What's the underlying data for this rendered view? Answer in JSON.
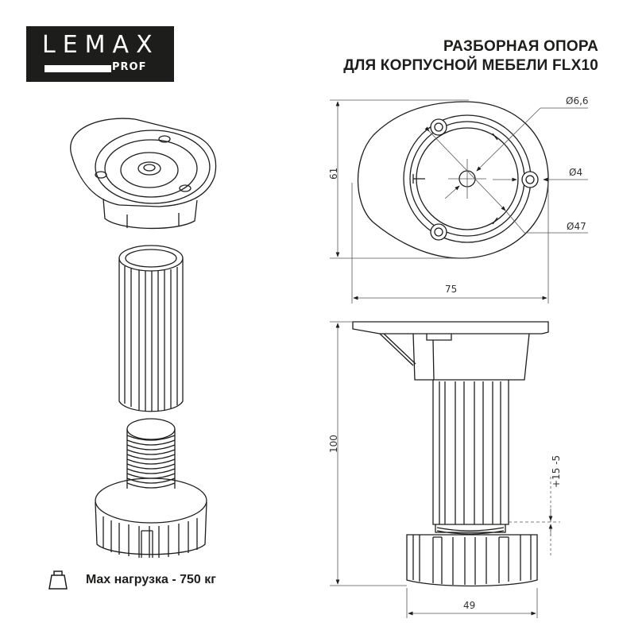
{
  "logo": {
    "brand": "LEMAX",
    "sub": "PROF"
  },
  "title": {
    "line1": "РАЗБОРНАЯ ОПОРА",
    "line2": "ДЛЯ КОРПУСНОЙ МЕБЕЛИ FLX10"
  },
  "load": {
    "icon": "weight-icon",
    "text": "Max нагрузка - 750 кг"
  },
  "top_view": {
    "dimensions": {
      "height": "61",
      "width": "75",
      "hole_small": "Ø6,6",
      "hole_center": "Ø4",
      "circle": "Ø47"
    }
  },
  "side_view": {
    "dimensions": {
      "height": "100",
      "adjust": "+15 -5",
      "base_width": "49"
    }
  },
  "colors": {
    "ink": "#1d1d1b",
    "dim_line": "#555555",
    "background": "#ffffff"
  }
}
